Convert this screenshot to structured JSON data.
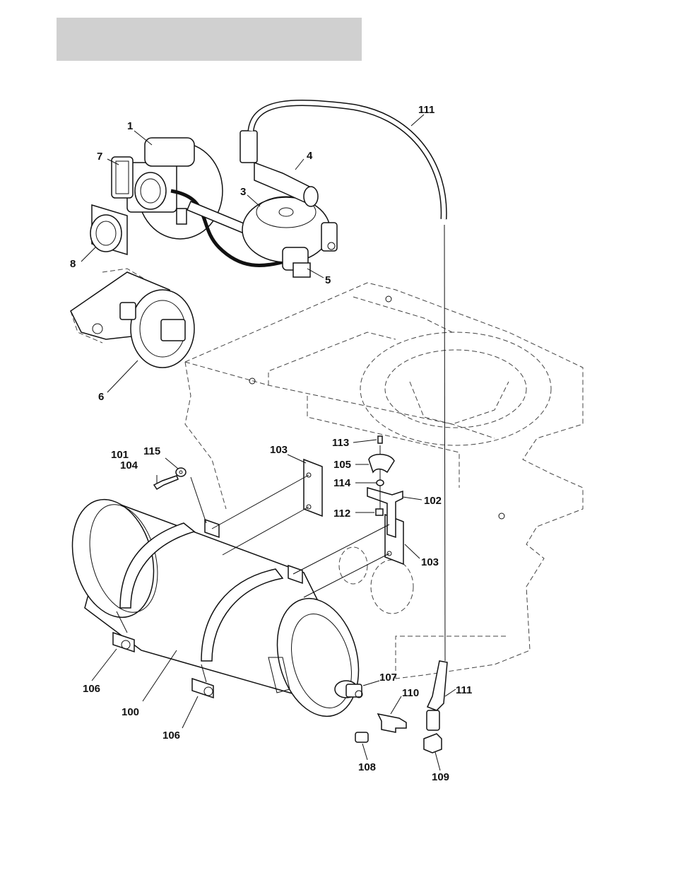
{
  "header": {
    "title": ""
  },
  "colors": {
    "ink": "#111111",
    "header_fill": "#d0d0d0",
    "background": "#ffffff"
  },
  "callouts": {
    "c1": "1",
    "c3": "3",
    "c4": "4",
    "c5": "5",
    "c6": "6",
    "c7": "7",
    "c8": "8",
    "c100": "100",
    "c101": "101",
    "c102": "102",
    "c103a": "103",
    "c103b": "103",
    "c104": "104",
    "c105": "105",
    "c106a": "106",
    "c106b": "106",
    "c107": "107",
    "c108": "108",
    "c109": "109",
    "c110": "110",
    "c111a": "111",
    "c111b": "111",
    "c112": "112",
    "c113": "113",
    "c114": "114",
    "c115": "115"
  }
}
